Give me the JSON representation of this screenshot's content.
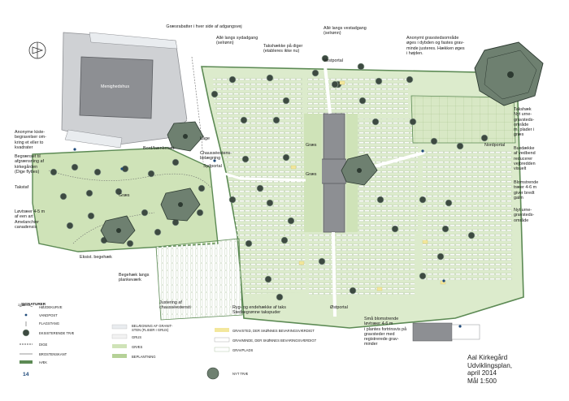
{
  "colors": {
    "grass": "#cfe3b8",
    "grass_light": "#e6f0d9",
    "grass_mid": "#b5d197",
    "green_dark": "#5c8a54",
    "building": "#8d8f93",
    "path": "#ffffff",
    "tree": "#3d4a41",
    "tree_light": "#8ea08f",
    "grave_block": "#ffffff",
    "dike": "#7b7b7b",
    "blue": "#1f4a7a"
  },
  "labels": {
    "graesrabatter": "Græsrabatter i hver side af adgangsvej",
    "alle_sydaedgang": "Allé langs sydadgang\n(selrønn)",
    "alle_vestadgang": "Allé langs vestadgang\n(selrønn)",
    "taksh_diger": "Takshække på diger\n(etableres ikke nu)",
    "vestportal": "Vestportal",
    "menighedshus": "Menighedshus",
    "anonymt_gravsted": "Anonymt gravstedsområde\nøges i dybden og fastes grav-\nminde justeres. Hækken øges\ni højden.",
    "anonyme_kiste": "Anonyme kiste-\nbegravelser om-\nkring et eller to\nkvadrater",
    "begraeset_fuldt": "Begrænset til\nafgrænsning af\nkirkegården\n(Dige flyttes)",
    "takstaf": "Takstaf",
    "graes_w": "Græs",
    "laevtraeer": "Løvtræer 4-5 m\naf een art\nAmelanchier\ncanadensis",
    "eksist_begehaek": "Eksist. begehæk",
    "bordbaenke": "Bord/bænkesæt",
    "laage": "Låge",
    "chausseestens": "Chausséestens-\nbelægning",
    "sydportal": "Sydportal",
    "graes_center1": "Græs",
    "graes_center2": "Græs",
    "nordportal": "Nordportal",
    "takshaek_nyt": "Takshæk\nNyt urne-\ngravsteds-\nområde\nm. plader i\ngræs",
    "buxdekke": "Buxdække\naf vedbend\nreducerer\nvejbredden\nvisuelt",
    "blomstrende_traeer": "Blomstrende\ntræer 4-6 m\ngiver bredt\ngalm",
    "nyt_urne": "Nyt urne-\ngravsteds-\nområde",
    "begehaek_langs": "Begehæk langs\nplankeværk",
    "justering": "Justering af\nchausséestensti",
    "ryg_endehaekke": "Ryg- og endehække af taks\nStedsegrønne takspuder",
    "oestportal": "Østportal",
    "smaa_blomstrende": "Små blomstrende\nløvtræer 4-6 m\ni plantes fortrinsvis på\ngravsteder med\nregistrerede grav-\nminder"
  },
  "legend": {
    "title": "SIGNATURER",
    "items": [
      "HØJDEKURVE",
      "VANDPOST",
      "FLAGSTANG",
      "EKSISTERENDE TRÆ",
      "DIGE",
      "BROSTENSKANT",
      "HÆK",
      "BELÆGNING AF GRANIT-\nSTEN (FLISER I GRUS)",
      "GRUS",
      "GRÆS",
      "BEPLANTNING",
      "GRAVSTED, DER SKØNNES BEVARINGSVÆRDIGT",
      "GRAVMINDE, DER SKØNNES BEVARINGSVÆRDIGT",
      "GRAVPLADS",
      "NYT TRÆ"
    ],
    "contour_value": "22,00"
  },
  "title_block": {
    "line1": "Aal Kirkegård",
    "line2": "Udviklingsplan,",
    "line3": "april 2014",
    "line4": "Mål 1:500"
  },
  "page_number": "14",
  "north_arrow": "north-arrow"
}
